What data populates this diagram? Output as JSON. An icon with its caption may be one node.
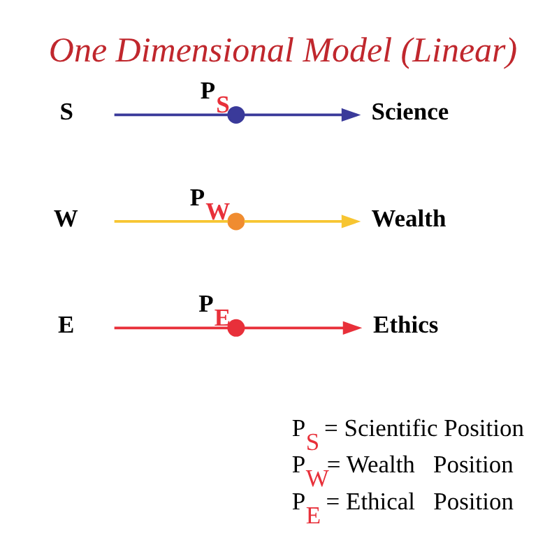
{
  "diagram": {
    "title": "One Dimensional Model (Linear)",
    "nodes": [
      {
        "text": [
          "S"
        ]
      },
      {
        "text": [],
        "shape": "circle",
        "beside": [
          "P$_{S}$"
        ]
      },
      {
        "text": [
          "Science"
        ]
      },
      {
        "text": [
          "W"
        ]
      },
      {
        "text": [],
        "shape": "circle",
        "beside": [
          "P$_{W}$"
        ]
      },
      {
        "text": [
          "Wealth"
        ]
      },
      {
        "text": [
          "E"
        ]
      },
      {
        "text": [],
        "shape": "circle",
        "beside": [
          "P$_{E}$"
        ]
      },
      {
        "text": [
          "Ethics"
        ]
      }
    ],
    "edges": [
      {
        "from": 0,
        "to": 1,
        "arrow": "none",
        "color": "#3a3a9a"
      },
      {
        "from": 1,
        "to": 2,
        "arrow": "to",
        "color": "#3a3a9a"
      },
      {
        "from": 3,
        "to": 4,
        "arrow": "none",
        "color": "#f7c531"
      },
      {
        "from": 4,
        "to": 5,
        "arrow": "to",
        "color": "#f7c531"
      },
      {
        "from": 6,
        "to": 7,
        "arrow": "none",
        "color": "#e8303a"
      },
      {
        "from": 7,
        "to": 8,
        "arrow": "to",
        "color": "#e8303a"
      }
    ],
    "labels": [
      "P$_{S}$ = Scientific Position",
      "P$_{W}$= Wealth   Position",
      "P$_{E}$ = Ethical   Position"
    ]
  }
}
